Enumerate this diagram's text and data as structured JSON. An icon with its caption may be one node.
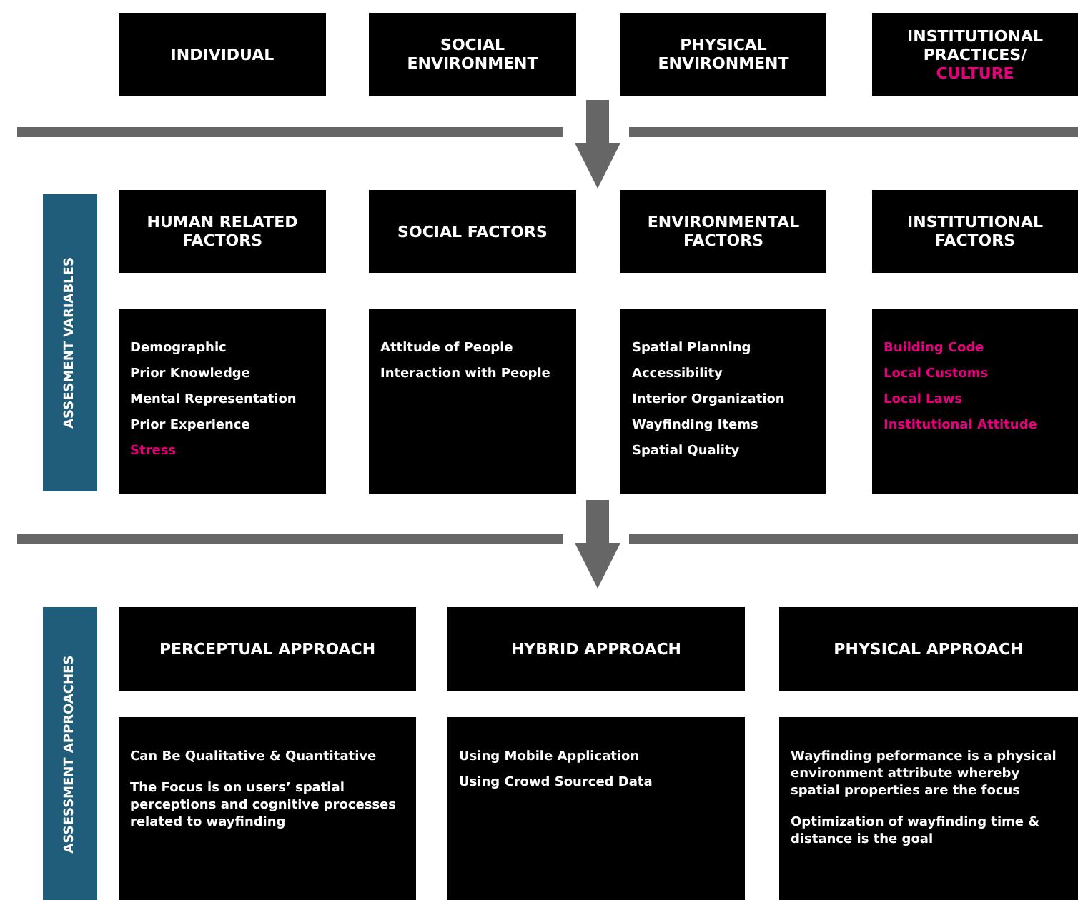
{
  "diagram": {
    "nodes": [
      {
        "text": [
          "INDIVIDUAL"
        ]
      },
      {
        "text": [
          "SOCIAL ENVIRONMENT"
        ]
      },
      {
        "text": [
          "PHYSICAL ENVIRONMENT"
        ]
      },
      {
        "text": [
          "INSTITUTIONAL PRACTICES/",
          "CULTURE"
        ]
      },
      {
        "text": [
          "ASSESMENT VARIABLES"
        ]
      },
      {
        "text": [
          "HUMAN RELATED FACTORS"
        ]
      },
      {
        "text": [
          "Demographic",
          "Prior Knowledge",
          "Mental Representation",
          "Prior Experience",
          "Stress"
        ]
      },
      {
        "text": [
          "SOCIAL FACTORS"
        ]
      },
      {
        "text": [
          "Attitude of People",
          "Interaction with People"
        ]
      },
      {
        "text": [
          "ENVIRONMENTAL FACTORS"
        ]
      },
      {
        "text": [
          "Spatial Planning",
          "Accessibility",
          "Interior Organization",
          "Wayfinding Items",
          "Spatial Quality"
        ]
      },
      {
        "text": [
          "INSTITUTIONAL FACTORS"
        ]
      },
      {
        "text": [
          "Building Code",
          "Local Customs",
          "Local Laws",
          "Institutional Attitude"
        ]
      },
      {
        "text": [
          "ASSESSMENT APPROACHES"
        ]
      },
      {
        "text": [
          "PERCEPTUAL APPROACH"
        ]
      },
      {
        "text": [
          "Can Be Qualitative & Quantitative",
          "The Focus is on users’ spatial perceptions and cognitive processes related to wayfinding"
        ]
      },
      {
        "text": [
          "HYBRID APPROACH"
        ]
      },
      {
        "text": [
          "Using Mobile Application",
          "Using Crowd Sourced Data"
        ]
      },
      {
        "text": [
          "PHYSICAL APPROACH"
        ]
      },
      {
        "text": [
          "Wayfinding peformance is a physical environment attribute whereby spatial properties are the focus",
          "Optimization of wayfinding time & distance is the goal"
        ]
      }
    ]
  }
}
